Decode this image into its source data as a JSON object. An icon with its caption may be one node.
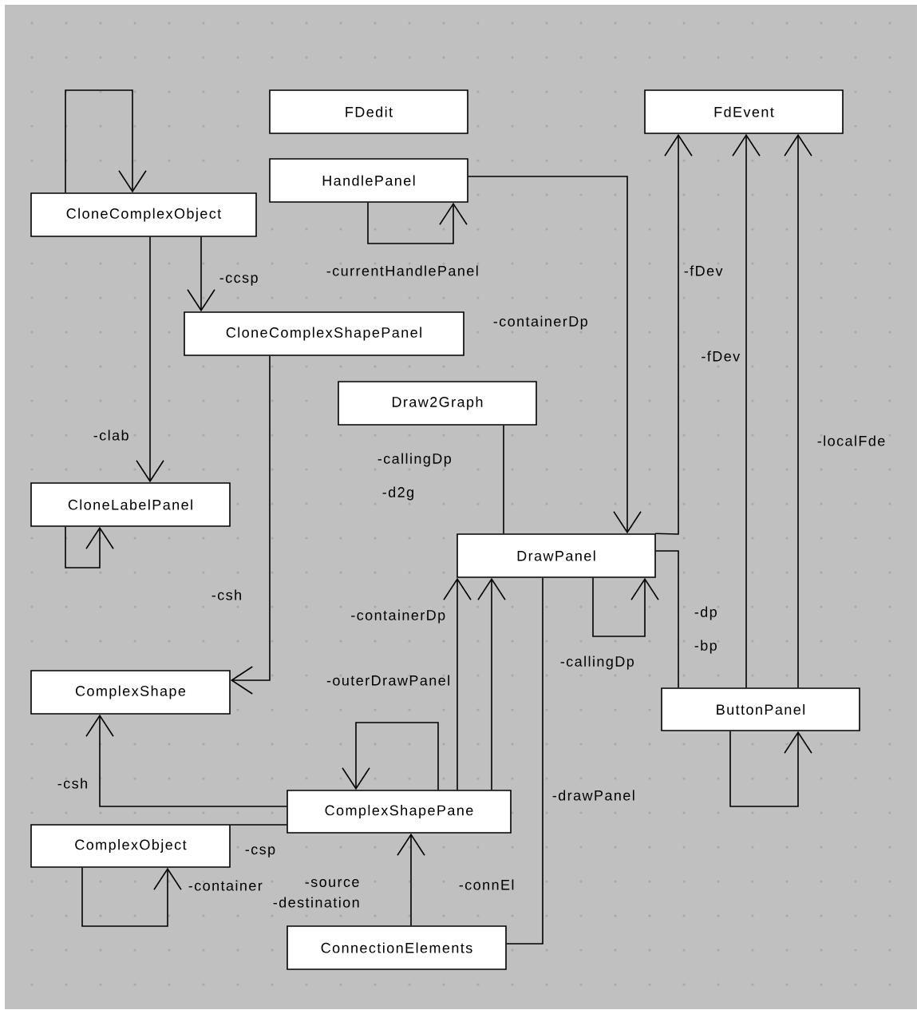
{
  "diagram": {
    "nodes": [
      {
        "text": [
          "CloneComplexObject"
        ]
      },
      {
        "text": [
          "FDedit"
        ]
      },
      {
        "text": [
          "HandlePanel"
        ]
      },
      {
        "text": [
          "FdEvent"
        ]
      },
      {
        "text": [
          "CloneComplexShapePanel"
        ]
      },
      {
        "text": [
          "Draw2Graph"
        ]
      },
      {
        "text": [
          "CloneLabelPanel"
        ]
      },
      {
        "text": [
          "DrawPanel"
        ]
      },
      {
        "text": [
          "ComplexShape"
        ]
      },
      {
        "text": [
          "ButtonPanel"
        ]
      },
      {
        "text": [
          "ComplexShapePane"
        ]
      },
      {
        "text": [
          "ComplexObject"
        ]
      },
      {
        "text": [
          "ConnectionElements"
        ]
      }
    ],
    "edges": [
      {
        "from": 0,
        "to": 0,
        "arrow": "to"
      },
      {
        "from": 0,
        "to": 6,
        "arrow": "to",
        "label": "-clab"
      },
      {
        "from": 0,
        "to": 4,
        "arrow": "to",
        "label": "-ccsp"
      },
      {
        "from": 2,
        "to": 2,
        "arrow": "to",
        "label": "-currentHandlePanel"
      },
      {
        "from": 2,
        "to": 7,
        "arrow": "to",
        "label": "-containerDp"
      },
      {
        "from": 4,
        "to": 8,
        "arrow": "to",
        "label": "-csh"
      },
      {
        "from": 5,
        "to": 7,
        "arrow": "none",
        "label": "-callingDp"
      },
      {
        "from": 7,
        "to": 3,
        "arrow": "to",
        "label": "-fDev"
      },
      {
        "from": 9,
        "to": 3,
        "arrow": "to",
        "label": "-fDev"
      },
      {
        "from": 9,
        "to": 3,
        "arrow": "to",
        "label": "-localFde"
      },
      {
        "from": 7,
        "to": 9,
        "arrow": "none",
        "label": "-dp"
      },
      {
        "from": 7,
        "to": 7,
        "arrow": "to",
        "label": "-callingDp"
      },
      {
        "from": 9,
        "to": 9,
        "arrow": "to"
      },
      {
        "from": 10,
        "to": 7,
        "arrow": "to",
        "label": "-containerDp"
      },
      {
        "from": 10,
        "to": 7,
        "arrow": "to"
      },
      {
        "from": 7,
        "to": 12,
        "arrow": "none",
        "label": "-drawPanel"
      },
      {
        "from": 10,
        "to": 10,
        "arrow": "to"
      },
      {
        "from": 10,
        "to": 8,
        "arrow": "to",
        "label": "-csh"
      },
      {
        "from": 10,
        "to": 11,
        "arrow": "none",
        "label": "-csp"
      },
      {
        "from": 11,
        "to": 11,
        "arrow": "to",
        "label": "-container"
      },
      {
        "from": 12,
        "to": 10,
        "arrow": "to",
        "label": "-source"
      },
      {
        "from": 6,
        "to": 6,
        "arrow": "to"
      }
    ],
    "labels": [
      "-d2g",
      "-bp",
      "-outerDrawPanel",
      "-connEl",
      "-destination"
    ]
  }
}
